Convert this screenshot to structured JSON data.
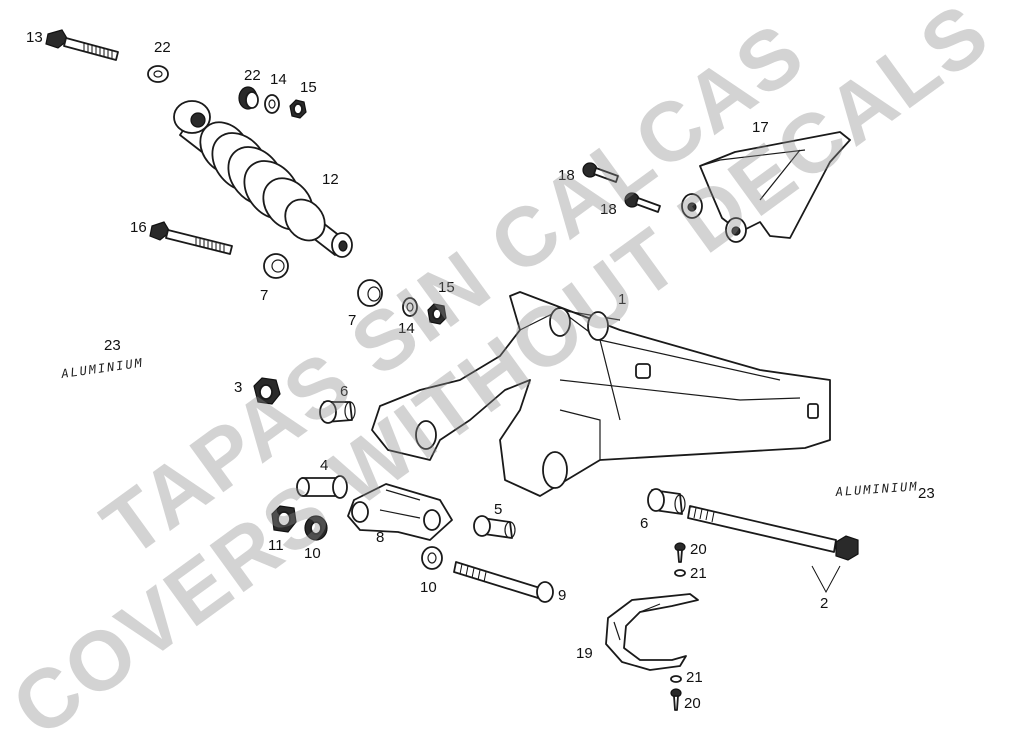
{
  "watermark": {
    "line1": "TAPAS SIN CALCAS",
    "line2": "COVERS WITHOUT DECALS",
    "color": "#8c8c8c"
  },
  "decal_text": {
    "left": "ALUMINIUM",
    "right": "ALUMINIUM"
  },
  "callouts": {
    "c1": "1",
    "c2": "2",
    "c3": "3",
    "c4": "4",
    "c5": "5",
    "c6a": "6",
    "c6b": "6",
    "c7a": "7",
    "c7b": "7",
    "c8": "8",
    "c9": "9",
    "c10a": "10",
    "c10b": "10",
    "c11": "11",
    "c12": "12",
    "c13": "13",
    "c14a": "14",
    "c14b": "14",
    "c15a": "15",
    "c15b": "15",
    "c16": "16",
    "c17": "17",
    "c18a": "18",
    "c18b": "18",
    "c19": "19",
    "c20a": "20",
    "c20b": "20",
    "c21a": "21",
    "c21b": "21",
    "c22a": "22",
    "c22b": "22",
    "c23a": "23",
    "c23b": "23"
  }
}
